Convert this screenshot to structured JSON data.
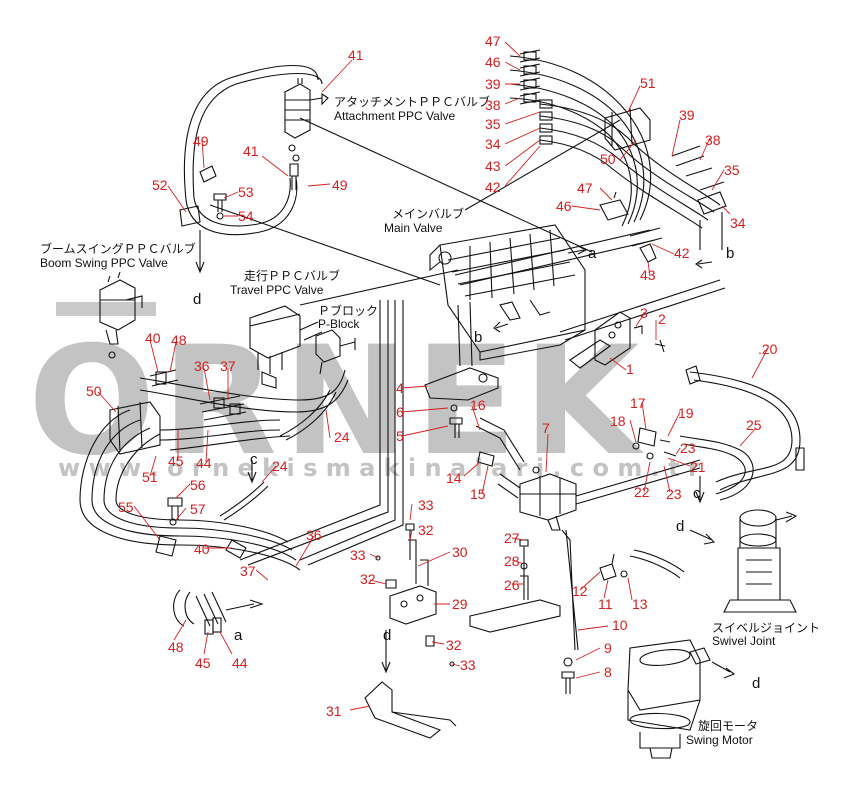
{
  "colors": {
    "callout": "#d42020",
    "line": "#111111",
    "watermark": "#c3c3c3"
  },
  "watermark": {
    "logo": "ORNEK",
    "url": "w w w . o r n e k i s m a k i n a l a r i . c o m . t r"
  },
  "labels": {
    "attachment_jp": "アタッチメントＰＰＣバルブ",
    "attachment_en": "Attachment PPC Valve",
    "main_jp": "メインバルブ",
    "main_en": "Main Valve",
    "boom_jp": "ブームスイングＰＰＣバルブ",
    "boom_en": "Boom Swing PPC Valve",
    "travel_jp": "走行ＰＰＣバルブ",
    "travel_en": "Travel PPC Valve",
    "pblock_jp": "Ｐブロック",
    "pblock_en": "P-Block",
    "swivel_jp": "スイベルジョイント",
    "swivel_en": "Swivel Joint",
    "swing_jp": "旋回モータ",
    "swing_en": "Swing Motor"
  },
  "callouts": [
    {
      "id": "c47a",
      "t": "47"
    },
    {
      "id": "c46a",
      "t": "46"
    },
    {
      "id": "c39a",
      "t": "39"
    },
    {
      "id": "c38a",
      "t": "38"
    },
    {
      "id": "c35a",
      "t": "35"
    },
    {
      "id": "c34a",
      "t": "34"
    },
    {
      "id": "c43a",
      "t": "43"
    },
    {
      "id": "c42a",
      "t": "42"
    },
    {
      "id": "c41a",
      "t": "41"
    },
    {
      "id": "c51a",
      "t": "51"
    },
    {
      "id": "c50a",
      "t": "50"
    },
    {
      "id": "c39b",
      "t": "39"
    },
    {
      "id": "c38b",
      "t": "38"
    },
    {
      "id": "c35b",
      "t": "35"
    },
    {
      "id": "c34b",
      "t": "34"
    },
    {
      "id": "c49a",
      "t": "49"
    },
    {
      "id": "c41b",
      "t": "41"
    },
    {
      "id": "c49b",
      "t": "49"
    },
    {
      "id": "c52",
      "t": "52"
    },
    {
      "id": "c53",
      "t": "53"
    },
    {
      "id": "c54",
      "t": "54"
    },
    {
      "id": "c47b",
      "t": "47"
    },
    {
      "id": "c46b",
      "t": "46"
    },
    {
      "id": "c42b",
      "t": "42"
    },
    {
      "id": "c43b",
      "t": "43"
    },
    {
      "id": "c3",
      "t": "3"
    },
    {
      "id": "c2",
      "t": "2"
    },
    {
      "id": "c1",
      "t": "1"
    },
    {
      "id": "c40a",
      "t": "40"
    },
    {
      "id": "c48a",
      "t": "48"
    },
    {
      "id": "c36a",
      "t": "36"
    },
    {
      "id": "c37a",
      "t": "37"
    },
    {
      "id": "c50b",
      "t": "50"
    },
    {
      "id": "c4",
      "t": "4"
    },
    {
      "id": "c6",
      "t": "6"
    },
    {
      "id": "c16",
      "t": "16"
    },
    {
      "id": "c5",
      "t": "5"
    },
    {
      "id": "c24a",
      "t": "24"
    },
    {
      "id": "c20",
      "t": ".20"
    },
    {
      "id": "c17",
      "t": "17"
    },
    {
      "id": "c19",
      "t": "19"
    },
    {
      "id": "c18",
      "t": "18"
    },
    {
      "id": "c7",
      "t": "7"
    },
    {
      "id": "c25",
      "t": "25"
    },
    {
      "id": "c23a",
      "t": "23"
    },
    {
      "id": "c21",
      "t": "21"
    },
    {
      "id": "c14",
      "t": "14"
    },
    {
      "id": "c15",
      "t": "15"
    },
    {
      "id": "c22",
      "t": "22"
    },
    {
      "id": "c23b",
      "t": "23"
    },
    {
      "id": "c45a",
      "t": "45"
    },
    {
      "id": "c44a",
      "t": "44"
    },
    {
      "id": "c51b",
      "t": "51"
    },
    {
      "id": "c24b",
      "t": "24"
    },
    {
      "id": "c56",
      "t": "56"
    },
    {
      "id": "c55",
      "t": "55"
    },
    {
      "id": "c57",
      "t": "57"
    },
    {
      "id": "c33a",
      "t": "33"
    },
    {
      "id": "c32a",
      "t": "32"
    },
    {
      "id": "c36b",
      "t": "36"
    },
    {
      "id": "c40b",
      "t": "40"
    },
    {
      "id": "c37b",
      "t": "37"
    },
    {
      "id": "c27",
      "t": "27"
    },
    {
      "id": "c30",
      "t": "30"
    },
    {
      "id": "c28",
      "t": "28"
    },
    {
      "id": "c33b",
      "t": "33"
    },
    {
      "id": "c32b",
      "t": "32"
    },
    {
      "id": "c26",
      "t": "26"
    },
    {
      "id": "c29",
      "t": "29"
    },
    {
      "id": "c12",
      "t": "12"
    },
    {
      "id": "c11",
      "t": "11"
    },
    {
      "id": "c13",
      "t": "13"
    },
    {
      "id": "c10",
      "t": "10"
    },
    {
      "id": "c48b",
      "t": "48"
    },
    {
      "id": "c45b",
      "t": "45"
    },
    {
      "id": "c44b",
      "t": "44"
    },
    {
      "id": "c32c",
      "t": "32"
    },
    {
      "id": "c33c",
      "t": "33"
    },
    {
      "id": "c9",
      "t": "9"
    },
    {
      "id": "c8",
      "t": "8"
    },
    {
      "id": "c31",
      "t": "31"
    }
  ],
  "letters": [
    {
      "id": "la1",
      "t": "a"
    },
    {
      "id": "lb1",
      "t": "b"
    },
    {
      "id": "lb2",
      "t": "b"
    },
    {
      "id": "ld1",
      "t": "d"
    },
    {
      "id": "lc1",
      "t": "c"
    },
    {
      "id": "lc2",
      "t": "c"
    },
    {
      "id": "ld2",
      "t": "d"
    },
    {
      "id": "la2",
      "t": "a"
    },
    {
      "id": "ld3",
      "t": "d"
    },
    {
      "id": "ld4",
      "t": "d"
    }
  ]
}
